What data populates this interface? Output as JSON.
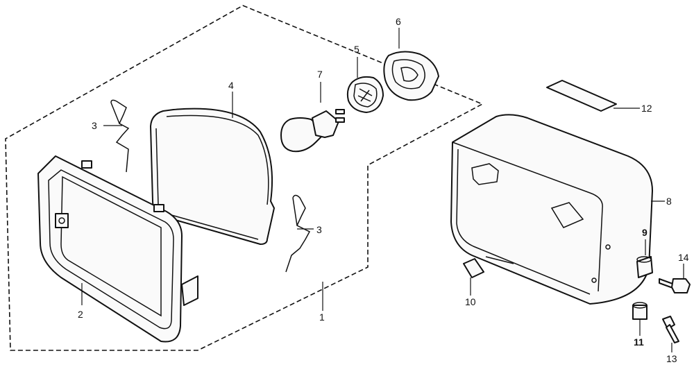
{
  "callouts": {
    "c1": "1",
    "c2": "2",
    "c3a": "3",
    "c3b": "3",
    "c4": "4",
    "c5": "5",
    "c6": "6",
    "c7": "7",
    "c8": "8",
    "c9": "9",
    "c10": "10",
    "c11": "11",
    "c12": "12",
    "c13": "13",
    "c14": "14"
  }
}
